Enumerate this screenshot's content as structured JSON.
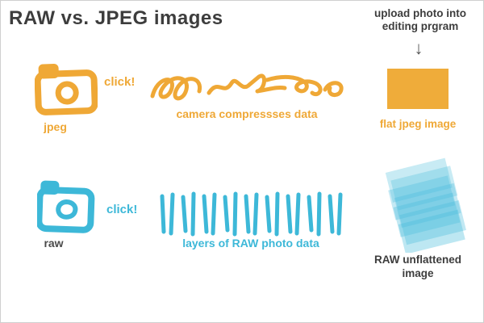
{
  "title": "RAW vs. JPEG images",
  "upload_note": {
    "line1": "upload photo into",
    "line2": "editing prgram",
    "arrow": "↓"
  },
  "jpeg_row": {
    "camera_label": "jpeg",
    "click_label": "click!",
    "process_label": "camera compressses data",
    "result_label": "flat jpeg image"
  },
  "raw_row": {
    "camera_label": "raw",
    "click_label": "click!",
    "process_label": "layers of RAW photo data",
    "result_label_line1": "RAW unflattened",
    "result_label_line2": "image"
  },
  "colors": {
    "orange": "#efa836",
    "teal": "#3db8d8",
    "dark_text": "#3d3d3d"
  }
}
